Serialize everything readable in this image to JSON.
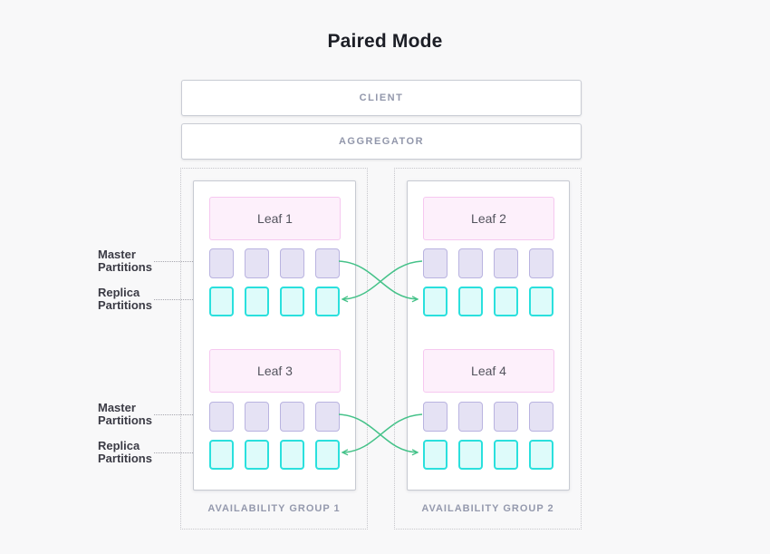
{
  "title": "Paired Mode",
  "client_label": "CLIENT",
  "aggregator_label": "AGGREGATOR",
  "side_labels": [
    {
      "line1": "Master",
      "line2": "Partitions"
    },
    {
      "line1": "Replica",
      "line2": "Partitions"
    },
    {
      "line1": "Master",
      "line2": "Partitions"
    },
    {
      "line1": "Replica",
      "line2": "Partitions"
    }
  ],
  "groups": [
    {
      "label": "AVAILABILITY GROUP 1",
      "leaves": [
        {
          "label": "Leaf 1",
          "master_count": 4,
          "replica_count": 4
        },
        {
          "label": "Leaf 3",
          "master_count": 4,
          "replica_count": 4
        }
      ]
    },
    {
      "label": "AVAILABILITY GROUP 2",
      "leaves": [
        {
          "label": "Leaf 2",
          "master_count": 4,
          "replica_count": 4
        },
        {
          "label": "Leaf 4",
          "master_count": 4,
          "replica_count": 4
        }
      ]
    }
  ],
  "colors": {
    "leaf_fill": "#fdf0fb",
    "leaf_border": "#f6c8f0",
    "master_fill": "#e5e2f4",
    "master_border": "#b9b3e0",
    "replica_fill": "#defbfa",
    "replica_border": "#2ae0dd",
    "arrow": "#45c289"
  }
}
